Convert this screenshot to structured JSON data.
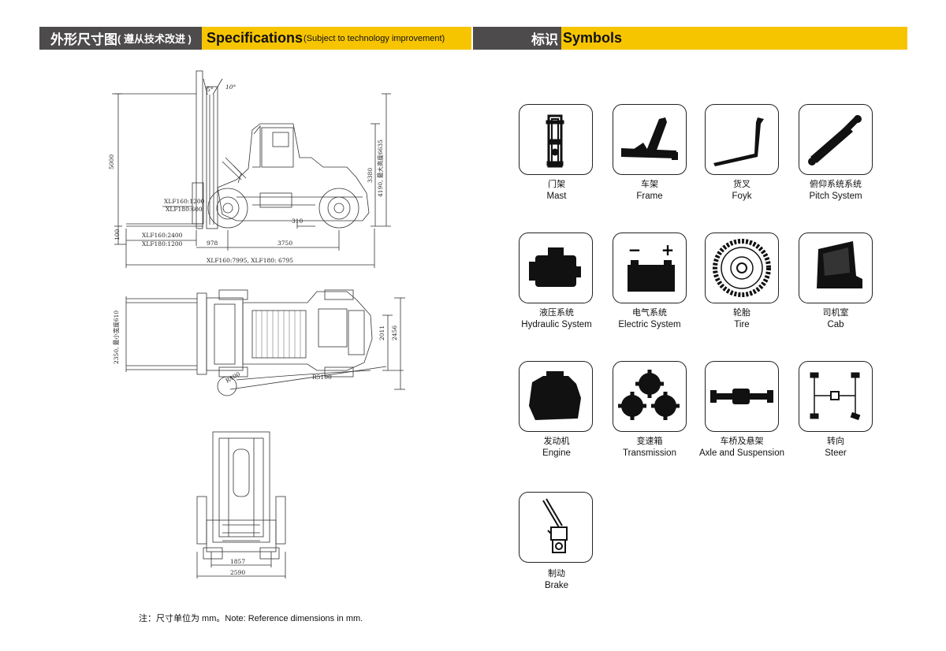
{
  "header": {
    "spec_cn": "外形尺寸图",
    "spec_cn_sub": "( 遵从技术改进 )",
    "spec_en": "Specifications",
    "spec_en_sub": "(Subject to technology improvement)",
    "sym_cn": "标识",
    "sym_en": "Symbols"
  },
  "dimensions": {
    "side": {
      "angle_back": "5°",
      "angle_fwd": "10°",
      "lift_height": "5000",
      "xlf160_load_center": "XLF160:1200",
      "xlf180_load_center": "XLF180:600",
      "overall_height": "4190, 最大高度6635",
      "cab_height": "3380",
      "ground_clearance": "310",
      "fork_bottom": "100",
      "xlf160_fork": "XLF160:2400",
      "xlf180_fork": "XLF180:1200",
      "front_overhang": "978",
      "wheelbase": "3750",
      "overall_length": "XLF160:7995, XLF180: 6795"
    },
    "top": {
      "min_width": "2350, 最小宽度610",
      "inner_width": "2011",
      "outer_width": "2456",
      "inner_radius": "R400",
      "turn_radius": "R5100"
    },
    "front": {
      "track": "1857",
      "overall_width": "2590"
    }
  },
  "symbols": [
    {
      "id": "mast",
      "cn": "门架",
      "en": "Mast",
      "icon": "mast-icon"
    },
    {
      "id": "frame",
      "cn": "车架",
      "en": "Frame",
      "icon": "frame-icon"
    },
    {
      "id": "fork",
      "cn": "货叉",
      "en": "Foyk",
      "icon": "fork-icon"
    },
    {
      "id": "pitch",
      "cn": "俯仰系统系统",
      "en": "Pitch System",
      "icon": "cylinder-icon"
    },
    {
      "id": "hydraulic",
      "cn": "液压系统",
      "en": "Hydraulic System",
      "icon": "pump-icon"
    },
    {
      "id": "electric",
      "cn": "电气系统",
      "en": "Electric System",
      "icon": "battery-icon"
    },
    {
      "id": "tire",
      "cn": "轮胎",
      "en": "Tire",
      "icon": "tire-icon"
    },
    {
      "id": "cab",
      "cn": "司机室",
      "en": "Cab",
      "icon": "cab-icon"
    },
    {
      "id": "engine",
      "cn": "发动机",
      "en": "Engine",
      "icon": "engine-icon"
    },
    {
      "id": "transmission",
      "cn": "变速箱",
      "en": "Transmission",
      "icon": "gears-icon"
    },
    {
      "id": "axle",
      "cn": "车桥及悬架",
      "en": "Axle and Suspension",
      "icon": "axle-icon"
    },
    {
      "id": "steer",
      "cn": "转向",
      "en": "Steer",
      "icon": "steer-icon"
    },
    {
      "id": "brake",
      "cn": "制动",
      "en": "Brake",
      "icon": "brake-pedal-icon"
    }
  ],
  "battery_signs": {
    "minus": "−",
    "plus": "+"
  },
  "note": "注：尺寸单位为 mm。Note: Reference dimensions in mm.",
  "colors": {
    "accent": "#f7c500",
    "dark": "#4d4b4c"
  }
}
